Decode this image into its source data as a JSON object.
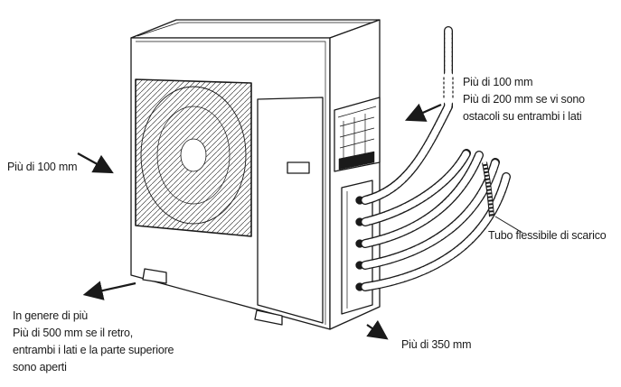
{
  "labels": {
    "left_clearance": "Più di 100 mm",
    "top_right_clearance": [
      "Più di 100 mm",
      "Più di 200 mm se vi sono",
      "ostacoli su entrambi i lati"
    ],
    "drain_hose": "Tubo flessibile di scarico",
    "front_clearance": "Più di 350 mm",
    "general_clearance": [
      "In genere di più",
      "Più di 500 mm se il retro,",
      "entrambi i lati e la parte superiore",
      "sono aperti"
    ]
  },
  "colors": {
    "line": "#1a1a1a",
    "background": "#ffffff",
    "text": "#1a1a1a"
  }
}
